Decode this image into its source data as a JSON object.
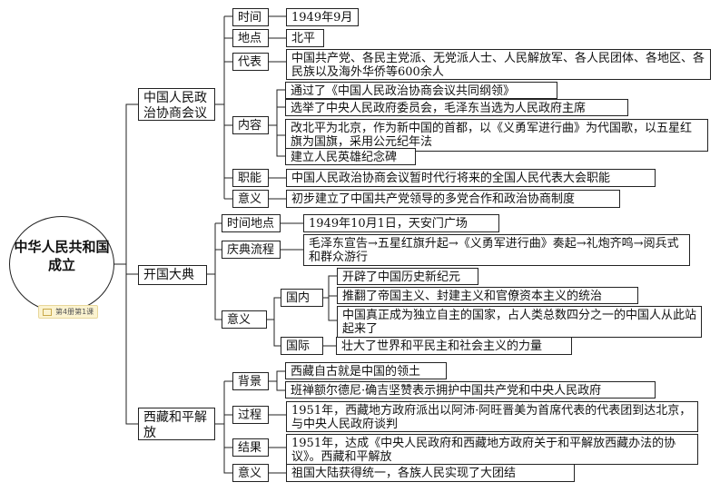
{
  "root": {
    "title": "中华人民共和国成立",
    "badge": "第4册第1课"
  },
  "cppcc": {
    "title": "中国人民政治协商会议",
    "time_label": "时间",
    "time_value": "1949年9月",
    "place_label": "地点",
    "place_value": "北平",
    "rep_label": "代表",
    "rep_value": "中国共产党、各民主党派、无党派人士、人民解放军、各人民团体、各地区、各民族以及海外华侨等600余人",
    "content_label": "内容",
    "content_items": [
      "通过了《中国人民政治协商会议共同纲领》",
      "选举了中央人民政府委员会，毛泽东当选为人民政府主席",
      "改北平为北京，作为新中国的首都，以《义勇军进行曲》为代国歌，以五星红旗为国旗，采用公元纪年法",
      "建立人民英雄纪念碑"
    ],
    "function_label": "职能",
    "function_value": "中国人民政治协商会议暂时代行将来的全国人民代表大会职能",
    "meaning_label": "意义",
    "meaning_value": "初步建立了中国共产党领导的多党合作和政治协商制度"
  },
  "founding": {
    "title": "开国大典",
    "timeplace_label": "时间地点",
    "timeplace_value": "1949年10月1日，天安门广场",
    "ceremony_label": "庆典流程",
    "ceremony_value": "毛泽东宣告→五星红旗升起→《义勇军进行曲》奏起→礼炮齐鸣→阅兵式和群众游行",
    "meaning_label": "意义",
    "domestic_label": "国内",
    "domestic_items": [
      "开辟了中国历史新纪元",
      "推翻了帝国主义、封建主义和官僚资本主义的统治",
      "中国真正成为独立自主的国家，占人类总数四分之一的中国人从此站起来了"
    ],
    "intl_label": "国际",
    "intl_value": "壮大了世界和平民主和社会主义的力量"
  },
  "tibet": {
    "title": "西藏和平解放",
    "background_label": "背景",
    "background_items": [
      "西藏自古就是中国的领土",
      "班禅额尔德尼·确吉坚赞表示拥护中国共产党和中央人民政府"
    ],
    "process_label": "过程",
    "process_value": "1951年，西藏地方政府派出以阿沛·阿旺晋美为首席代表的代表团到达北京，与中央人民政府谈判",
    "result_label": "结果",
    "result_value": "1951年，达成《中央人民政府和西藏地方政府关于和平解放西藏办法的协议》。西藏和平解放",
    "meaning_label": "意义",
    "meaning_value": "祖国大陆获得统一，各族人民实现了大团结"
  }
}
